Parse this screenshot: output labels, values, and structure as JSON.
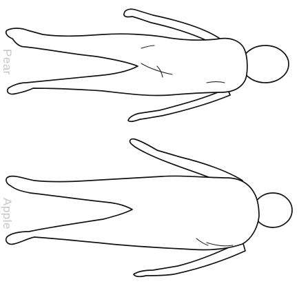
{
  "figures": [
    {
      "id": "pear",
      "label": "Pear"
    },
    {
      "id": "apple",
      "label": "Apple"
    }
  ],
  "colors": {
    "outline": "#111111",
    "label": "#c7c7c7",
    "background": "#ffffff"
  }
}
